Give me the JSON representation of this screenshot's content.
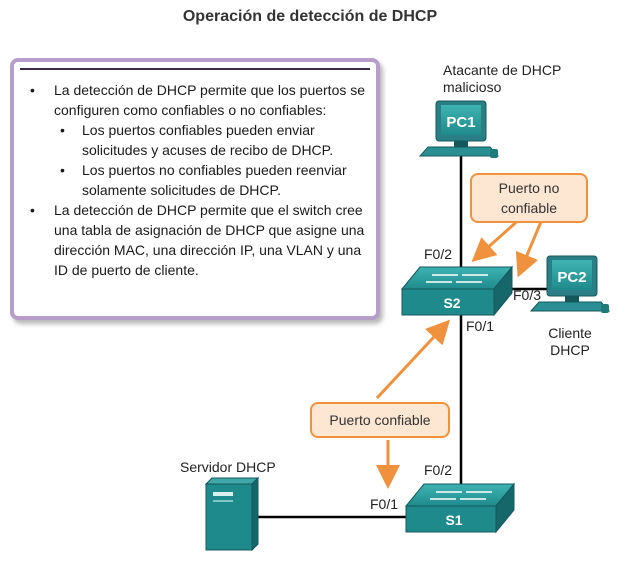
{
  "title": "Operación de detección de DHCP",
  "info": {
    "bullets": [
      {
        "text": "La detección de DHCP permite que los puertos se configuren como confiables o no confiables:",
        "sub": [
          "Los puertos confiables pueden enviar solicitudes y acuses de recibo de DHCP.",
          "Los puertos no confiables pueden reenviar solamente solicitudes de DHCP."
        ]
      },
      {
        "text": "La detección de DHCP permite que el switch cree una tabla de asignación de DHCP que asigne una dirección MAC, una dirección IP, una VLAN y una ID de puerto de cliente.",
        "sub": []
      }
    ]
  },
  "devices": {
    "pc1": {
      "name": "PC1",
      "label_line1": "Atacante de DHCP",
      "label_line2": "malicioso"
    },
    "pc2": {
      "name": "PC2",
      "label_line1": "Cliente",
      "label_line2": "DHCP"
    },
    "s2": {
      "name": "S2"
    },
    "s1": {
      "name": "S1"
    },
    "server": {
      "label": "Servidor DHCP"
    }
  },
  "ports": {
    "s2_f02": "F0/2",
    "s2_f03": "F0/3",
    "s2_f01": "F0/1",
    "s1_f02": "F0/2",
    "s1_f01": "F0/1"
  },
  "callouts": {
    "untrusted_line1": "Puerto no",
    "untrusted_line2": "confiable",
    "trusted": "Puerto confiable"
  },
  "colors": {
    "device_teal": "#1f8a8c",
    "arrow_orange": "#f0913d",
    "box_border": "#b59ec9"
  }
}
